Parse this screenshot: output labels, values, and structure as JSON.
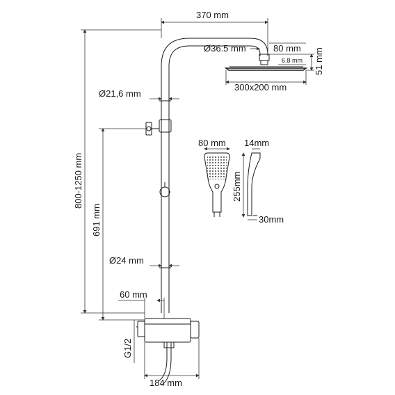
{
  "labels": {
    "arm_length": "370 mm",
    "head_conn_diameter": "Ø36.5 mm",
    "head_depth": "80 mm",
    "head_thickness": "6.8 mm",
    "head_height": "51 mm",
    "head_size": "300x200 mm",
    "upper_pipe_diameter": "Ø21,6 mm",
    "overall_height": "800-1250 mm",
    "holder_height": "691 mm",
    "lower_pipe_diameter": "Ø24 mm",
    "mixer_offset": "60 mm",
    "inlet_thread": "G1/2",
    "mixer_width": "184 mm",
    "hand_width": "80 mm",
    "hand_side_width": "14mm",
    "hand_length": "255mm",
    "hand_base": "30mm"
  }
}
